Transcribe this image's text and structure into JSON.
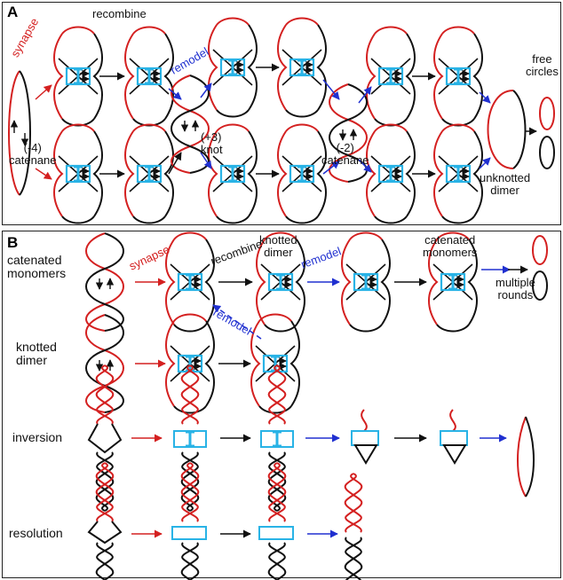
{
  "panel_a": {
    "letter": "A",
    "labels": {
      "synapse": "synapse",
      "recombine": "recombine",
      "remodel": "remodel",
      "catenane_minus4": "(-4)\ncatenane",
      "knot_plus3": "(+3)\nknot",
      "catenane_minus2": "(-2)\ncatenane",
      "unknotted_dimer": "unknotted\ndimer",
      "free_circles": "free\ncircles"
    }
  },
  "panel_b": {
    "letter": "B",
    "rows": [
      {
        "label": "catenated\nmonomers"
      },
      {
        "label": "knotted\ndimer"
      },
      {
        "label": "inversion"
      },
      {
        "label": "resolution"
      }
    ],
    "labels": {
      "synapse": "synapse",
      "recombine": "recombine",
      "knotted_dimer": "knotted\ndimer",
      "remodel": "remodel",
      "catenated_monomers": "catenated\nmonomers",
      "remodel_back": "remodel",
      "multiple_rounds": "multiple\nrounds"
    }
  },
  "colors": {
    "red_strand": "#d42020",
    "black_strand": "#111111",
    "synaptic_complex": "#29b3e6",
    "arrow_red": "#d42020",
    "arrow_black": "#111111",
    "arrow_blue": "#2030d0"
  }
}
